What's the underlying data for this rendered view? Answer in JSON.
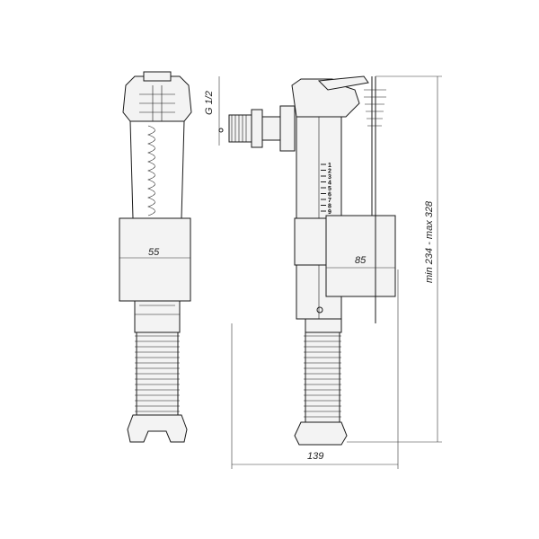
{
  "dimensions": {
    "width_left": "55",
    "float_width": "85",
    "total_width": "139",
    "height_range": "min 234 - max 328",
    "thread": "G 1/2"
  },
  "scale_marks": [
    "1",
    "2",
    "3",
    "4",
    "5",
    "6",
    "7",
    "8",
    "9"
  ]
}
